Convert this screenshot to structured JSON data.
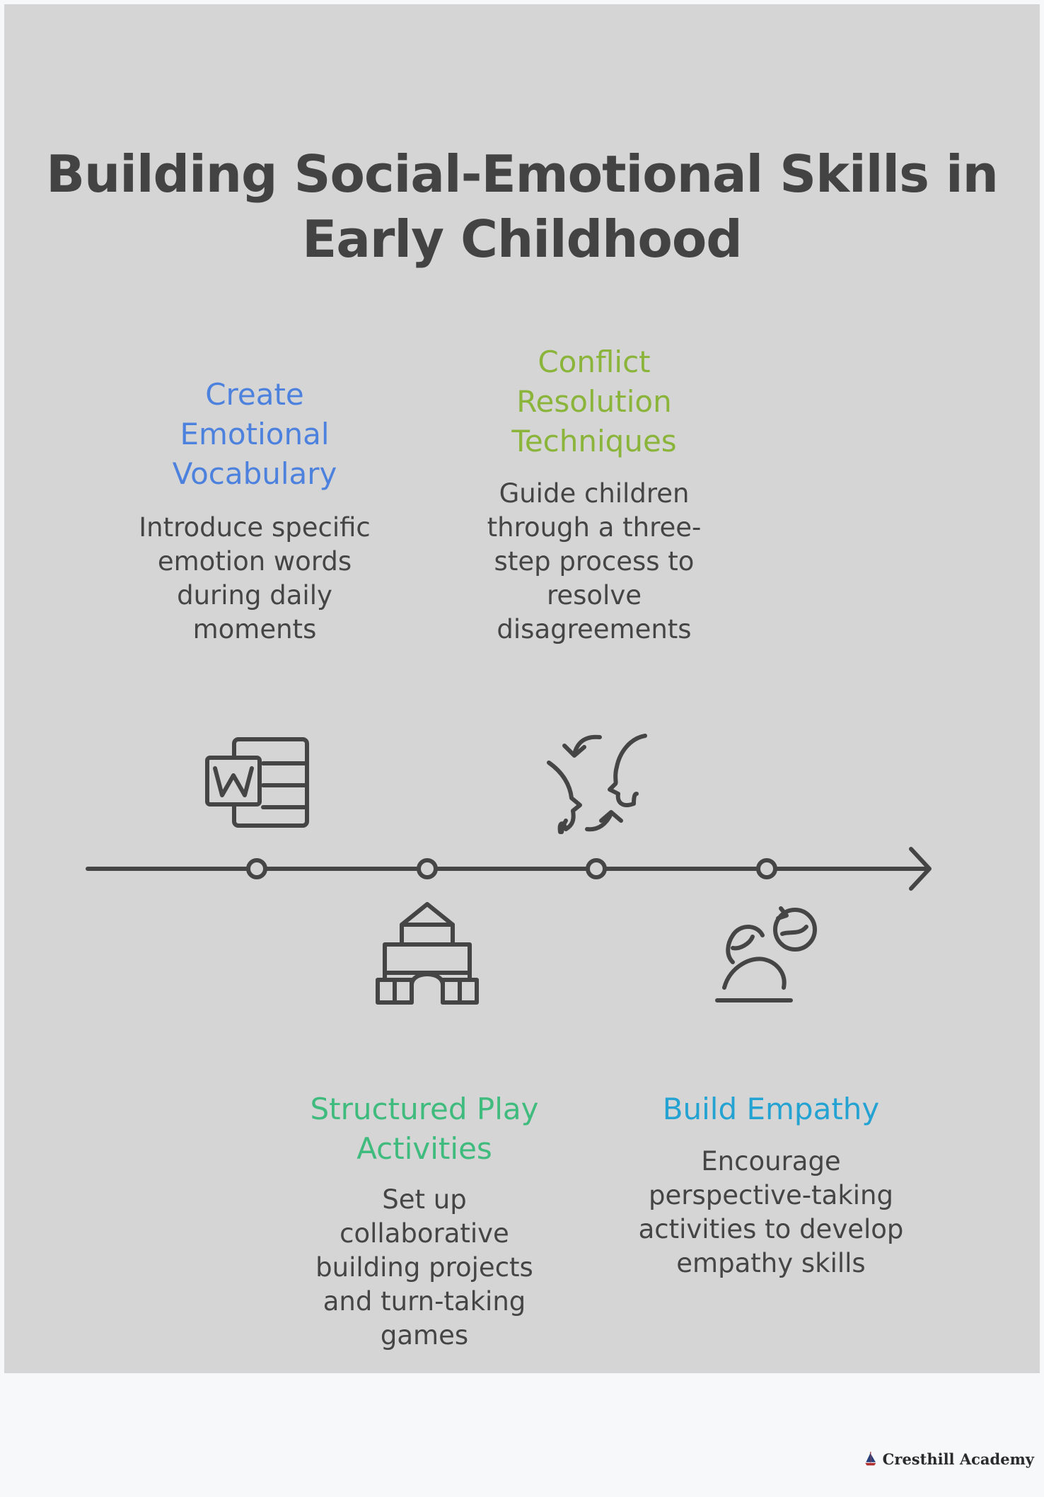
{
  "title": "Building Social-Emotional Skills in Early Childhood",
  "steps": [
    {
      "heading": "Create Emotional Vocabulary",
      "description": "Introduce specific emotion words during daily moments",
      "icon": "word-document-icon",
      "color": "#4d81de"
    },
    {
      "heading": "Structured Play Activities",
      "description": "Set up collaborative building projects and turn-taking games",
      "icon": "building-blocks-icon",
      "color": "#3fbb7e"
    },
    {
      "heading": "Conflict Resolution Techniques",
      "description": "Guide children through a three-step process to resolve disagreements",
      "icon": "two-faces-exchange-icon",
      "color": "#8ab43a"
    },
    {
      "heading": "Build Empathy",
      "description": "Encourage perspective-taking activities to develop empathy skills",
      "icon": "person-thinking-icon",
      "color": "#24a3d3"
    }
  ],
  "footer": {
    "brand": "Cresthill Academy",
    "logo_icon": "sailboat-logo-icon"
  }
}
